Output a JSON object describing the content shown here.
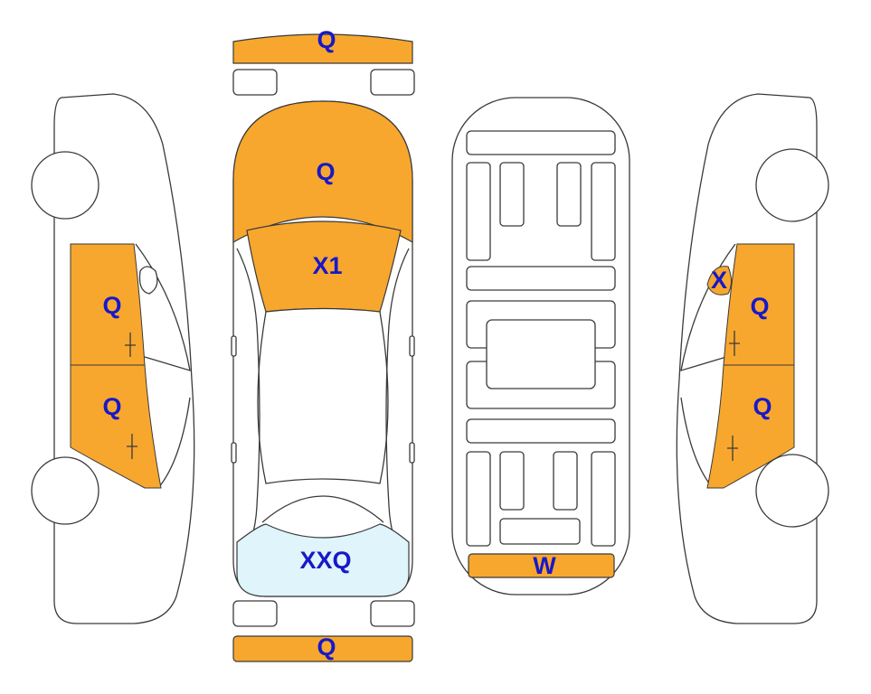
{
  "colors": {
    "damaged": "#f7a72e",
    "light": "#dff4fb",
    "outline": "#3a3a3a",
    "label": "#1818c8"
  },
  "labels": {
    "front_bumper": "Q",
    "hood": "Q",
    "windshield": "X1",
    "rear_window": "XXQ",
    "rear_bumper": "Q",
    "underbody_rear": "W",
    "left_front_door": "Q",
    "left_rear_door": "Q",
    "right_mirror": "X",
    "right_front_door": "Q",
    "right_rear_door": "Q"
  }
}
